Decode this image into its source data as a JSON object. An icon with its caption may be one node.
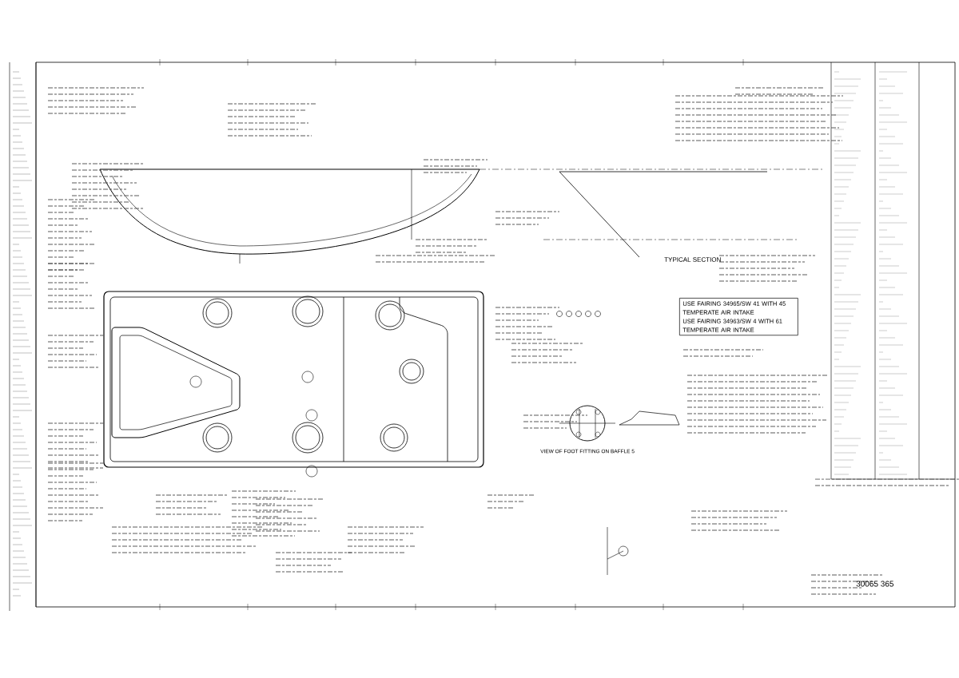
{
  "diagram": {
    "nodes": [
      {
        "text": [
          "USE FAIRING 34965/SW 41 WITH 45 TEMPERATE AIR INTAKE",
          "USE FAIRING 34963/SW 4 WITH 61 TEMPERATE AIR INTAKE"
        ]
      }
    ],
    "labels": [
      "TYPICAL SECTION",
      "VIEW OF FOOT FITTING ON BAFFLE 5",
      "30065 365"
    ]
  }
}
